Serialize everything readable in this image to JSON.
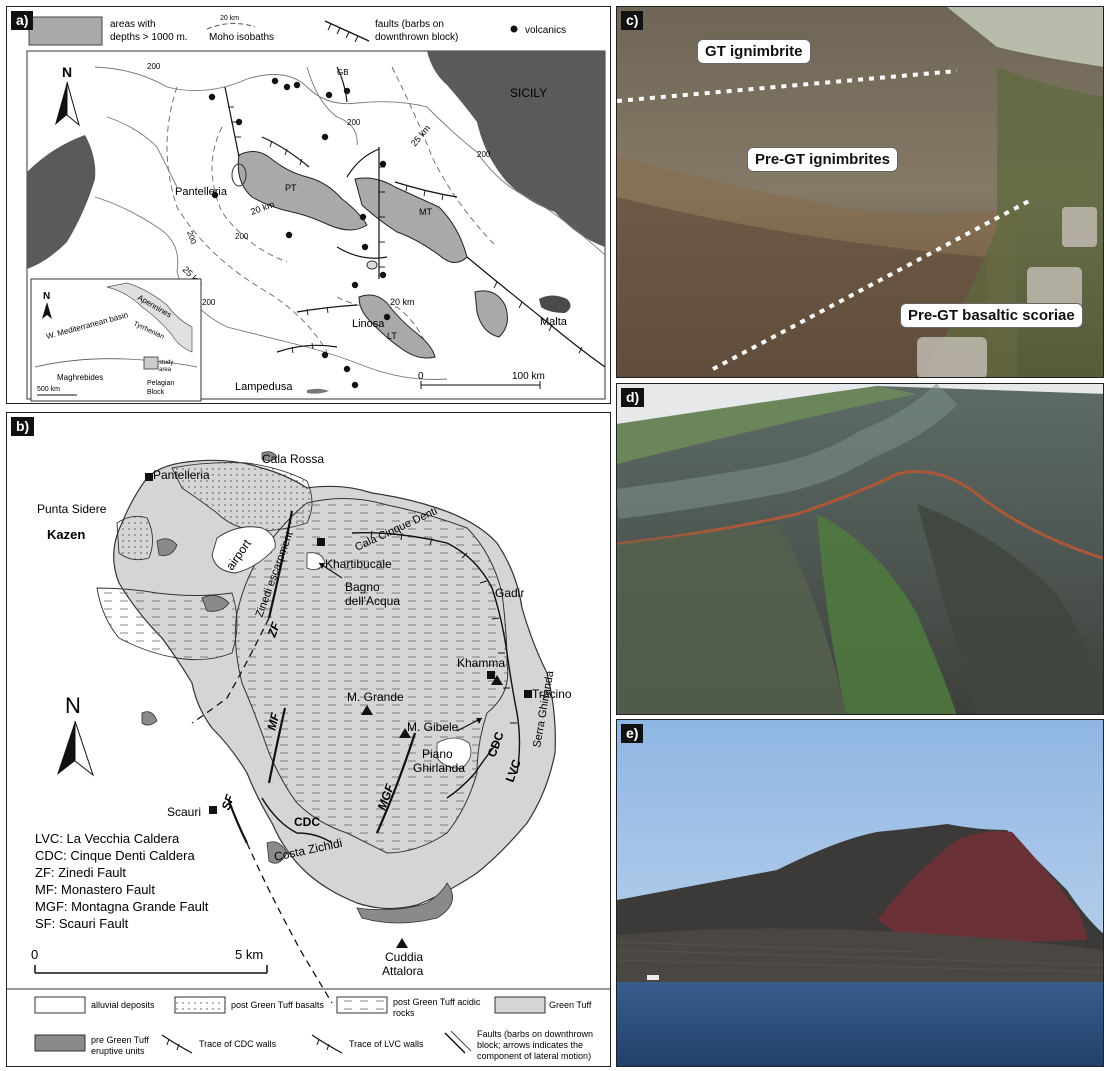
{
  "panels": {
    "a": "a)",
    "b": "b)",
    "c": "c)",
    "d": "d)",
    "e": "e)"
  },
  "map_a": {
    "legend": {
      "areas": "areas with",
      "areas2": "depths > 1000 m.",
      "moho": "Moho isobaths",
      "moho_sample": "20 km",
      "faults": "faults (barbs on",
      "faults2": "downthrown block)",
      "volcanics": "volcanics"
    },
    "labels": {
      "sicily": "SICILY",
      "pantelleria": "Pantelleria",
      "pt": "PT",
      "mt": "MT",
      "gb": "GB",
      "lt": "LT",
      "linosa": "Linosa",
      "lampedusa": "Lampedusa",
      "malta": "Malta",
      "k25a": "25 km",
      "k25b": "25 km",
      "k20a": "20 km",
      "k20b": "20 km",
      "i200a": "200",
      "i200b": "200",
      "i200c": "200",
      "i200d": "200",
      "i200e": "200",
      "i200f": "200",
      "north": "N"
    },
    "scale": {
      "zero": "0",
      "end": "100 km"
    },
    "inset": {
      "north": "N",
      "apennines": "Apennines",
      "tyrrhenian": "Tyrrhenian",
      "wmed": "W. Mediterranean basin",
      "maghrebides": "Maghrebides",
      "study": "study",
      "study2": "area",
      "pelagian": "Pelagian",
      "pelagian2": "Block",
      "scale": "500 km"
    }
  },
  "map_b": {
    "places": {
      "cala_rossa": "Cala Rossa",
      "pantelleria": "Pantelleria",
      "punta_sidere": "Punta Sidere",
      "kazen": "Kazen",
      "cala_cinque": "Cala Cinque Denti",
      "khartibucale": "Khartibucale",
      "bagno1": "Bagno",
      "bagno2": "dell'Acqua",
      "gadir": "Gadir",
      "khamma": "Khamma",
      "tracino": "Tracino",
      "airport": "airport",
      "zinedi": "Zinedi  escarpment",
      "zf": "ZF",
      "mf": "MF",
      "mgf": "MGF",
      "sf": "SF",
      "cdc1": "CDC",
      "cdc2": "CDC",
      "lvc": "LVC",
      "m_grande": "M. Grande",
      "m_gibele": "M. Gibele",
      "piano1": "Piano",
      "piano2": "Ghirlanda",
      "serra": "Serra Ghirlanda",
      "scauri": "Scauri",
      "costa": "Costa Zichidi",
      "cuddia1": "Cuddia",
      "cuddia2": "Attalora",
      "north": "N"
    },
    "abbreviations": [
      "LVC: La Vecchia Caldera",
      "CDC: Cinque Denti Caldera",
      "ZF: Zinedi Fault",
      "MF: Monastero Fault",
      "MGF: Montagna Grande Fault",
      "SF: Scauri Fault"
    ],
    "scale": {
      "zero": "0",
      "end": "5 km"
    },
    "legend": {
      "alluvial": "alluvial deposits",
      "basalts": "post Green Tuff basalts",
      "acidic1": "post Green Tuff acidic",
      "acidic2": "rocks",
      "green_tuff": "Green Tuff",
      "pre1": "pre Green Tuff",
      "pre2": "eruptive units",
      "cdc_walls": "Trace of CDC walls",
      "lvc_walls": "Trace of LVC walls",
      "faults1": "Faults (barbs on downthrown",
      "faults2": "block; arrows indicates the",
      "faults3": "component of lateral motion)"
    }
  },
  "photo_c": {
    "gt": "GT ignimbrite",
    "pre_gt": "Pre-GT ignimbrites",
    "basaltic": "Pre-GT basaltic scoriae"
  },
  "colors": {
    "deep_gray": "#a9a9a9",
    "land_dark": "#5a5a5a",
    "green_tuff": "#d5d5d5",
    "pre_gt": "#8a8a8a",
    "sky": "#a8c8ea",
    "sea": "#2d4f7d"
  }
}
